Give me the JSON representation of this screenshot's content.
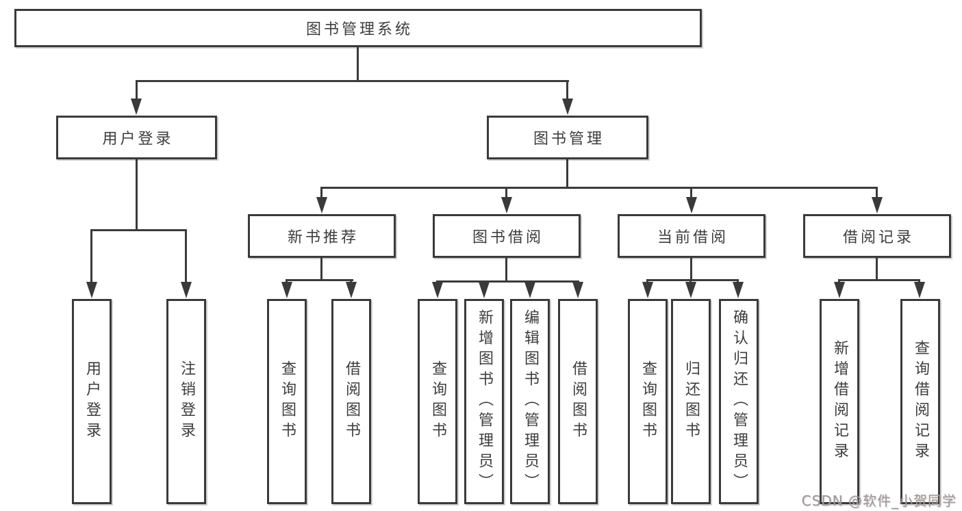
{
  "diagram": {
    "root": {
      "label": "图书管理系统"
    },
    "branches": [
      {
        "label": "用户登录",
        "children": [
          {
            "label": "用户登录"
          },
          {
            "label": "注销登录"
          }
        ]
      },
      {
        "label": "图书管理",
        "children": [
          {
            "label": "新书推荐",
            "children": [
              {
                "label": "查询图书"
              },
              {
                "label": "借阅图书"
              }
            ]
          },
          {
            "label": "图书借阅",
            "children": [
              {
                "label": "查询图书"
              },
              {
                "label": "新增图书（管理员）"
              },
              {
                "label": "编辑图书（管理员）"
              },
              {
                "label": "借阅图书"
              }
            ]
          },
          {
            "label": "当前借阅",
            "children": [
              {
                "label": "查询图书"
              },
              {
                "label": "归还图书"
              },
              {
                "label": "确认归还（管理员）"
              }
            ]
          },
          {
            "label": "借阅记录",
            "children": [
              {
                "label": "新增借阅记录"
              },
              {
                "label": "查询借阅记录"
              }
            ]
          }
        ]
      }
    ]
  },
  "watermark": {
    "text": "CSDN @软件_小贺同学"
  },
  "colors": {
    "line": "#3a3a3a",
    "text": "#3d3d3d",
    "background": "#ffffff",
    "watermark": "#9b9b9b"
  }
}
